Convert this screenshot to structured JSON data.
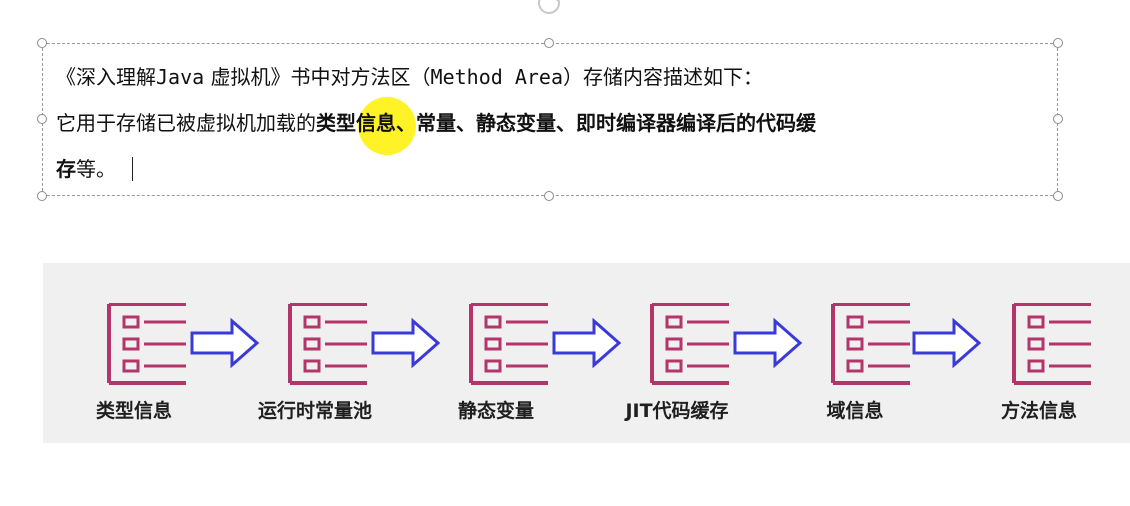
{
  "textbox": {
    "line1": {
      "p1": "《深入理解",
      "p2": "Java",
      "p3": " 虚拟机》书中对方法区（",
      "p4": "Method Area",
      "p5": "）存储内容描述如下："
    },
    "line2": {
      "normal": "它用于存储已被虚拟机加载的",
      "bold": "类型信息、常量、静态变量、即时编译器编译后的代码缓"
    },
    "line3": {
      "bold": "存",
      "normal": "等。"
    }
  },
  "diagram": {
    "icon": "list-icon",
    "arrow_icon": "right-arrow-icon",
    "colors": {
      "icon": "#b3356a",
      "arrow": "#3a3ad8",
      "background": "#f0f0f0"
    },
    "steps": [
      {
        "label": "类型信息"
      },
      {
        "label": "运行时常量池"
      },
      {
        "label": "静态变量"
      },
      {
        "label": "JIT代码缓存"
      },
      {
        "label": "域信息"
      },
      {
        "label": "方法信息"
      }
    ]
  }
}
